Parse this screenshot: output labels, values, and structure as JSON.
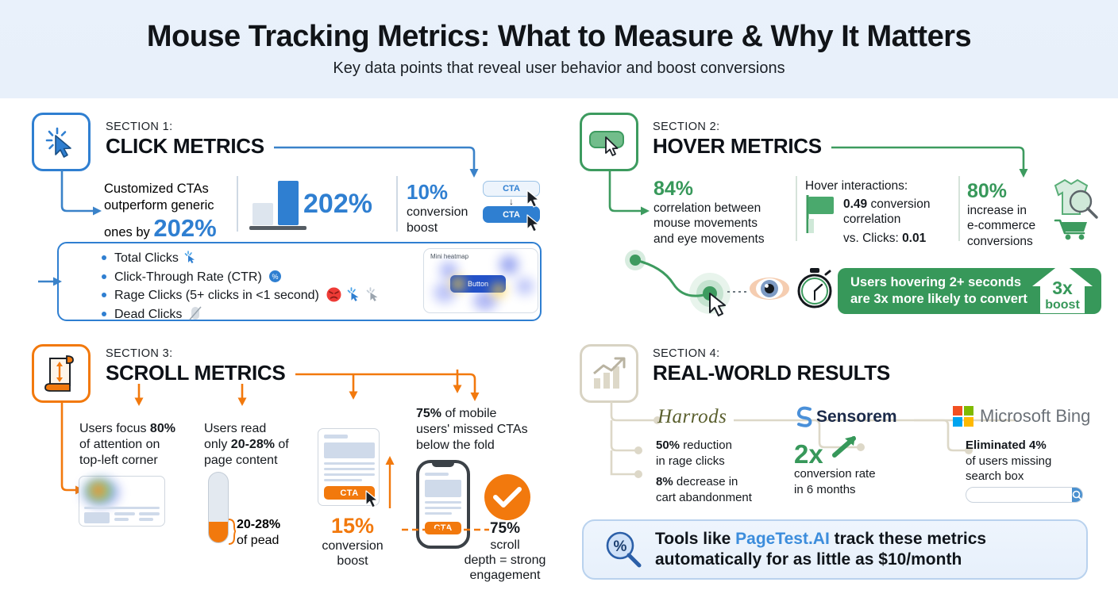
{
  "header": {
    "title": "Mouse Tracking Metrics: What to Measure & Why It Matters",
    "subtitle": "Key data points that reveal user behavior and boost conversions"
  },
  "colors": {
    "blue": "#2f7fd1",
    "green": "#37985a",
    "orange": "#f2790d",
    "header_bg": "#e9f1fb"
  },
  "section1": {
    "kicker": "SECTION 1:",
    "title": "CLICK METRICS",
    "icon": "click-cursor-icon",
    "stat1": {
      "line1": "Customized CTAs",
      "line2": "outperform generic",
      "line3_prefix": "ones by ",
      "line3_value": "202%"
    },
    "chart_value": "202%",
    "stat2": {
      "value": "10%",
      "line1": "conversion",
      "line2": "boost"
    },
    "cta_demo": {
      "top_label": "CTA",
      "bottom_label": "CTA",
      "arrow": "↓"
    },
    "bullets": [
      "Total Clicks",
      "Click-Through Rate (CTR)",
      "Rage Clicks (5+ clicks in <1 second)",
      "Dead Clicks"
    ],
    "bullet_icons": [
      "click-sparkle-icon",
      "percent-badge-icon",
      "angry-face-icon",
      "dead-click-icon"
    ],
    "heatmap": {
      "label": "Mini heatmap",
      "button_label": "Button"
    }
  },
  "section2": {
    "kicker": "SECTION 2:",
    "title": "HOVER METRICS",
    "icon": "hover-button-icon",
    "stat1": {
      "value": "84%",
      "line1": "correlation between",
      "line2": "mouse movements",
      "line3": "and eye movements"
    },
    "stat2": {
      "heading": "Hover interactions:",
      "value": "0.49",
      "value_suffix": "conversion",
      "line2": "correlation",
      "compare_label": "vs. Clicks:",
      "compare_value": "0.01"
    },
    "stat3": {
      "value": "80%",
      "line1": "increase in",
      "line2": "e-commerce",
      "line3": "conversions"
    },
    "band": {
      "line1": "Users hovering 2+ seconds",
      "line2": "are 3x more likely to convert",
      "badge_value": "3x",
      "badge_label": "boost"
    }
  },
  "section3": {
    "kicker": "SECTION 3:",
    "title": "SCROLL METRICS",
    "icon": "scroll-vertical-icon",
    "stat1": {
      "pre": "Users focus ",
      "value": "80%",
      "line2": "of attention on",
      "line3": "top-left corner"
    },
    "stat2": {
      "pre": "Users read",
      "line2_pre": "only ",
      "value": "20-28%",
      "line2_post": " of",
      "line3": "page content",
      "gauge_value": "20-28%",
      "gauge_label": "of pead"
    },
    "stat3": {
      "value": "15%",
      "line1": "conversion",
      "line2": "boost",
      "cta_label": "CTA"
    },
    "stat4": {
      "value": "75%",
      "line1": "of mobile",
      "line2": "users' missed CTAs",
      "line3": "below the fold",
      "cta_label": "CTA"
    },
    "stat5": {
      "value": "75%",
      "line1": "scroll",
      "line2": "depth = strong",
      "line3": "engagement"
    }
  },
  "section4": {
    "kicker": "SECTION 4:",
    "title": "REAL-WORLD RESULTS",
    "icon": "bar-chart-growth-icon",
    "cases": [
      {
        "brand": "Harrods",
        "logo": "harrods-logo",
        "results": [
          {
            "value": "50%",
            "text": " reduction",
            "line2": "in rage clicks"
          },
          {
            "value": "8%",
            "text": " decrease in",
            "line2": "cart abandonment"
          }
        ]
      },
      {
        "brand": "Sensorem",
        "logo": "sensorem-logo",
        "big_value": "2x",
        "results": [
          {
            "line1": "conversion rate",
            "line2": "in 6 months"
          }
        ]
      },
      {
        "brand": "Microsoft Bing",
        "logo": "microsoft-bing-logo",
        "results": [
          {
            "value": "Eliminated 4%",
            "line2": "of users missing",
            "line3": "search box"
          }
        ],
        "search_placeholder": ""
      }
    ]
  },
  "footer": {
    "icon": "percent-magnifier-icon",
    "line1_pre": "Tools like ",
    "brand": "PageTest.AI",
    "line1_post": " track these metrics",
    "line2": "automatically for as little as $10/month"
  }
}
